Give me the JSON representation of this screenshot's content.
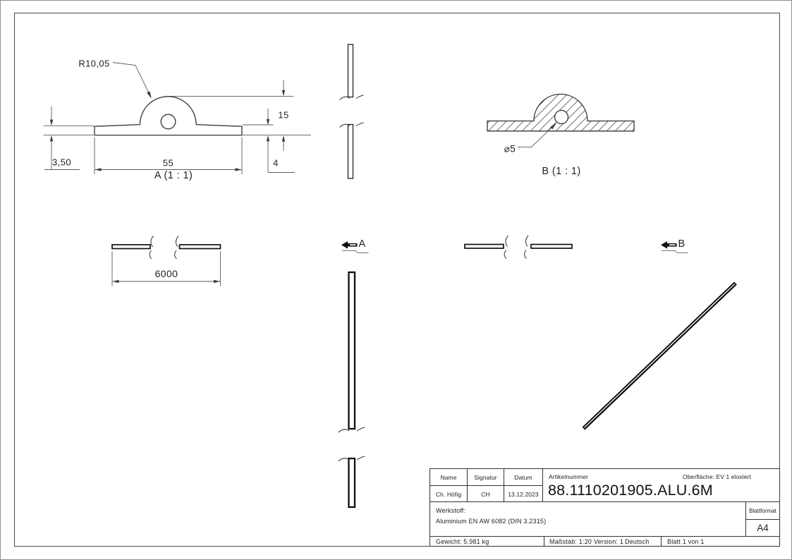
{
  "colors": {
    "line": "#333333",
    "dim": "#5a5a5a",
    "text": "#222222",
    "page_bg": "#ffffff"
  },
  "views": {
    "a": {
      "label": "A (1 : 1)",
      "dims": {
        "radius": "R10,05",
        "total_height": "15",
        "thickness_center": "4",
        "thickness_end": "3,50",
        "width": "55"
      }
    },
    "b": {
      "label": "B (1 : 1)",
      "dims": {
        "hole_diameter": "⌀5"
      }
    },
    "length": {
      "dims": {
        "length": "6000"
      }
    },
    "markers": {
      "a": "A",
      "b": "B"
    }
  },
  "title_block": {
    "name_header": "Name",
    "signature_header": "Signatur",
    "date_header": "Datum",
    "name": "Ch. Höfig",
    "signature": "CH",
    "date": "13.12.2023",
    "article_label": "Artikelnummer",
    "article_number": "88.1110201905.ALU.6M",
    "surface": "Oberfläche:  EV 1 eloxiert",
    "material_label": "Werkstoff:",
    "material": "Aluminium EN AW 6082 (DIN 3.2315)",
    "weight": "Gewicht: 5.981 kg",
    "scale": "Maßstab: 1:20",
    "version": "Version: 1",
    "language": "Deutsch",
    "sheet": "Blatt 1 von 1",
    "format_label": "Blattformat",
    "format": "A4"
  }
}
